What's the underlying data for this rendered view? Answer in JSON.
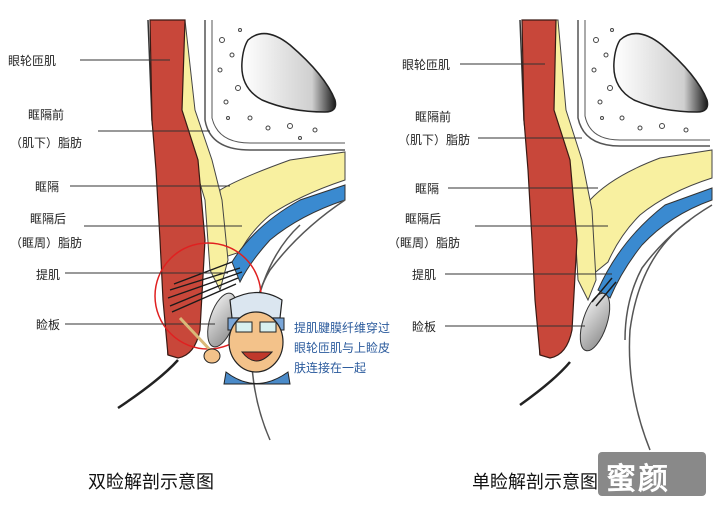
{
  "left_diagram": {
    "caption": "双睑解剖示意图",
    "labels": {
      "orbicularis": "眼轮匝肌",
      "preseptal_fat_1": "眶隔前",
      "preseptal_fat_2": "（肌下）脂肪",
      "septum": "眶隔",
      "postseptal_fat_1": "眶隔后",
      "postseptal_fat_2": "（眶周）脂肪",
      "levator": "提肌",
      "tarsus": "睑板"
    },
    "note": {
      "line1": "提肌腱膜纤维穿过",
      "line2": "眼轮匝肌与上睑皮",
      "line3": "肤连接在一起"
    }
  },
  "right_diagram": {
    "caption": "单睑解剖示意图",
    "labels": {
      "orbicularis": "眼轮匝肌",
      "preseptal_fat_1": "眶隔前",
      "preseptal_fat_2": "（肌下）脂肪",
      "septum": "眶隔",
      "postseptal_fat_1": "眶隔后",
      "postseptal_fat_2": "（眶周）脂肪",
      "levator": "提肌",
      "tarsus": "睑板"
    }
  },
  "watermark": "蜜颜",
  "colors": {
    "muscle": "#c8473a",
    "fat": "#f8f0a0",
    "septum_band": "#3a8ad0",
    "highlight_circle": "#e02020",
    "note_text": "#2a5a9c"
  }
}
